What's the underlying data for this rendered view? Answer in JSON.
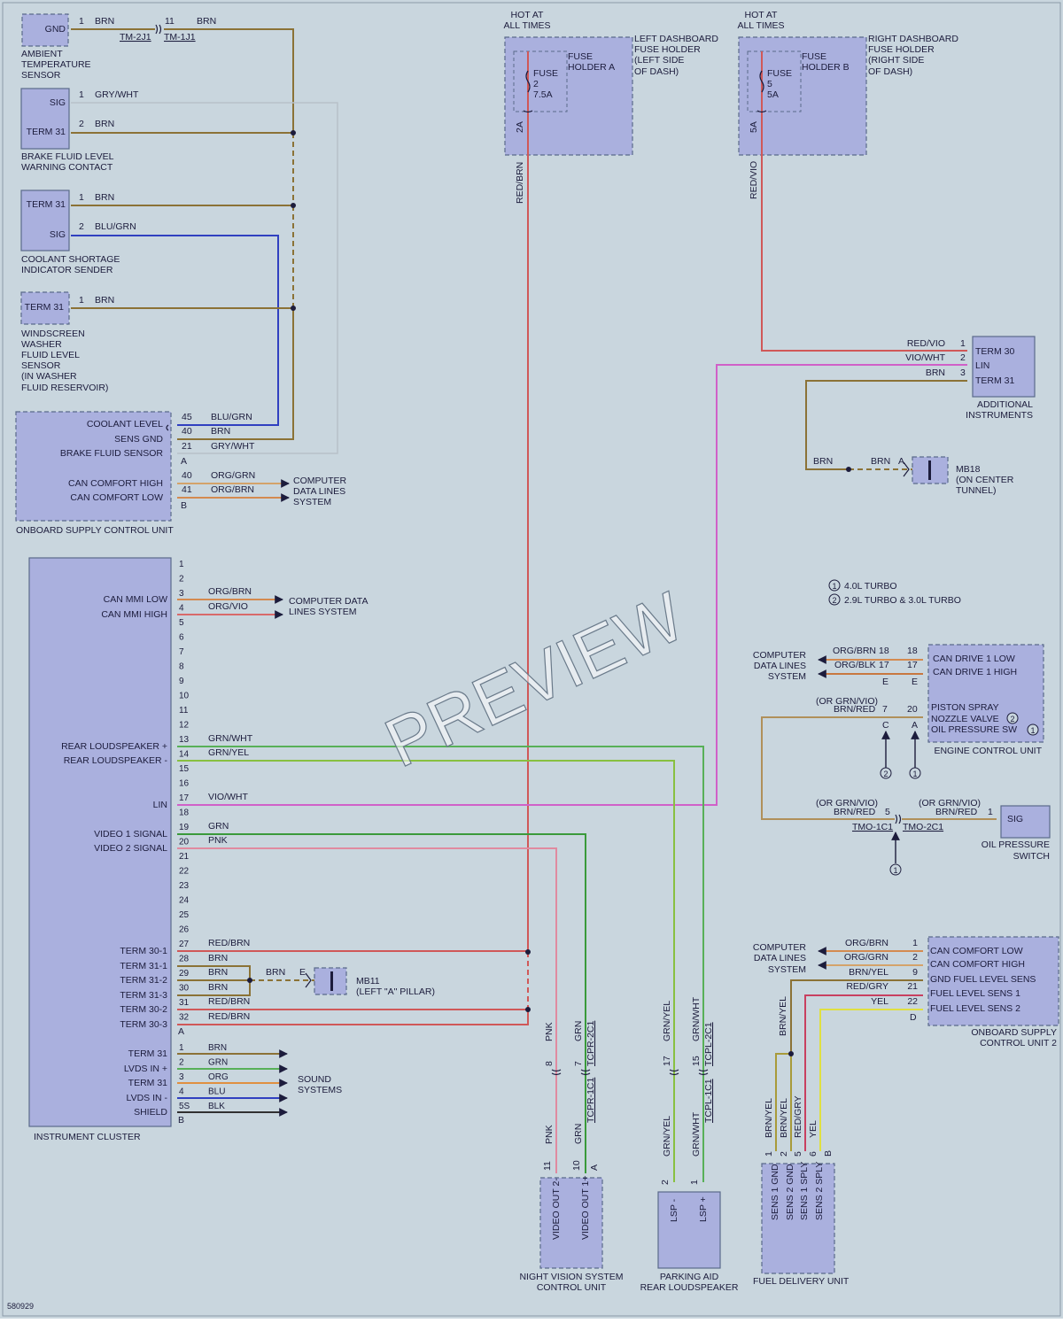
{
  "diagram_id": "580929",
  "watermark": "PREVIEW",
  "legend": {
    "n1": "1",
    "n2": "2",
    "l1": "4.0L TURBO",
    "l2": "2.9L TURBO & 3.0L TURBO"
  },
  "amb": {
    "gnd": "GND",
    "p1": "1",
    "c1": "BRN",
    "conn_a": "TM-2J1",
    "p11": "11",
    "c2": "BRN",
    "conn_b": "TM-1J1",
    "l1": "AMBIENT",
    "l2": "TEMPERATURE",
    "l3": "SENSOR"
  },
  "brake": {
    "sig": "SIG",
    "term": "TERM 31",
    "p1": "1",
    "c1": "GRY/WHT",
    "p2": "2",
    "c2": "BRN",
    "l1": "BRAKE FLUID LEVEL",
    "l2": "WARNING CONTACT"
  },
  "coolant": {
    "term": "TERM 31",
    "sig": "SIG",
    "p1": "1",
    "c1": "BRN",
    "p2": "2",
    "c2": "BLU/GRN",
    "l1": "COOLANT SHORTAGE",
    "l2": "INDICATOR SENDER"
  },
  "washer": {
    "term": "TERM 31",
    "p1": "1",
    "c1": "BRN",
    "l1": "WINDSCREEN",
    "l2": "WASHER",
    "l3": "FLUID LEVEL",
    "l4": "SENSOR",
    "l5": "(IN WASHER",
    "l6": "FLUID RESERVOIR)"
  },
  "oscu": {
    "label": "ONBOARD SUPPLY CONTROL UNIT",
    "f1": "COOLANT LEVEL",
    "f2": "SENS GND",
    "f3": "BRAKE FLUID SENSOR",
    "f4": "CAN COMFORT HIGH",
    "f5": "CAN COMFORT LOW",
    "p1": "45",
    "p2": "40",
    "p3": "21",
    "p4": "40",
    "p5": "41",
    "ca": "A",
    "cb": "B",
    "w1": "BLU/GRN",
    "w2": "BRN",
    "w3": "GRY/WHT",
    "w4": "ORG/GRN",
    "w5": "ORG/BRN",
    "cdl1": "COMPUTER",
    "cdl2": "DATA LINES",
    "cdl3": "SYSTEM"
  },
  "fuse_a": {
    "hot1": "HOT AT",
    "hot2": "ALL TIMES",
    "h1": "LEFT DASHBOARD",
    "h2": "FUSE HOLDER",
    "h3": "(LEFT SIDE",
    "h4": "OF DASH)",
    "fh1": "FUSE",
    "fh2": "HOLDER A",
    "fuse": "FUSE",
    "num": "2",
    "amp": "7.5A",
    "pin": "2A",
    "wire": "RED/BRN"
  },
  "fuse_b": {
    "hot1": "HOT AT",
    "hot2": "ALL TIMES",
    "h1": "RIGHT DASHBOARD",
    "h2": "FUSE HOLDER",
    "h3": "(RIGHT SIDE",
    "h4": "OF DASH)",
    "fh1": "FUSE",
    "fh2": "HOLDER B",
    "fuse": "FUSE",
    "num": "5",
    "amp": "5A",
    "pin": "5A",
    "wire": "RED/VIO"
  },
  "addl": {
    "t30": "TERM 30",
    "lin": "LIN",
    "t31": "TERM 31",
    "p1": "1",
    "p2": "2",
    "p3": "3",
    "w1": "RED/VIO",
    "w2": "VIO/WHT",
    "w3": "BRN",
    "l1": "ADDITIONAL",
    "l2": "INSTRUMENTS"
  },
  "mb18": {
    "brn1": "BRN",
    "brn2": "BRN",
    "pin": "A",
    "label": "MB18",
    "l2": "(ON CENTER",
    "l3": "TUNNEL)"
  },
  "ic": {
    "label": "INSTRUMENT CLUSTER",
    "can_low": "CAN MMI LOW",
    "can_high": "CAN MMI HIGH",
    "w3": "ORG/BRN",
    "w4": "ORG/VIO",
    "cdl1": "COMPUTER DATA",
    "cdl2": "LINES SYSTEM",
    "rlsp": "REAR LOUDSPEAKER +",
    "rlsm": "REAR LOUDSPEAKER -",
    "w13": "GRN/WHT",
    "w14": "GRN/YEL",
    "lin": "LIN",
    "w17": "VIO/WHT",
    "v1": "VIDEO 1 SIGNAL",
    "v2": "VIDEO 2 SIGNAL",
    "w19": "GRN",
    "w20": "PNK",
    "t301": "TERM 30-1",
    "t311": "TERM 31-1",
    "t312": "TERM 31-2",
    "t313": "TERM 31-3",
    "t302": "TERM 30-2",
    "t303": "TERM 30-3",
    "w27": "RED/BRN",
    "w28": "BRN",
    "w29": "BRN",
    "w30": "BRN",
    "w31": "RED/BRN",
    "w32": "RED/BRN",
    "conn_a": "A",
    "conn_b": "B",
    "pins": [
      "1",
      "2",
      "3",
      "4",
      "5",
      "6",
      "7",
      "8",
      "9",
      "10",
      "11",
      "12",
      "13",
      "14",
      "15",
      "16",
      "17",
      "18",
      "19",
      "20",
      "21",
      "22",
      "23",
      "24",
      "25",
      "26",
      "27",
      "28",
      "29",
      "30",
      "31",
      "32"
    ],
    "b_t31": "TERM 31",
    "b_lvdsp": "LVDS IN +",
    "b_t31b": "TERM 31",
    "b_lvdsm": "LVDS IN -",
    "b_shield": "SHIELD",
    "bp": [
      "1",
      "2",
      "3",
      "4",
      "5S"
    ],
    "bw": [
      "BRN",
      "GRN",
      "ORG",
      "BLU",
      "BLK"
    ],
    "snd1": "SOUND",
    "snd2": "SYSTEMS"
  },
  "mb11": {
    "brn": "BRN",
    "pin": "E",
    "label": "MB11",
    "l2": "(LEFT \"A\" PILLAR)"
  },
  "ecu": {
    "label": "ENGINE CONTROL UNIT",
    "cdl1": "COMPUTER",
    "cdl2": "DATA LINES",
    "cdl3": "SYSTEM",
    "w1": "ORG/BRN",
    "w2": "ORG/BLK",
    "p18a": "18",
    "p17a": "17",
    "p18b": "18",
    "p17b": "17",
    "pe1": "E",
    "pe2": "E",
    "f1": "CAN DRIVE 1 LOW",
    "f2": "CAN DRIVE 1 HIGH",
    "f3": "PISTON SPRAY",
    "f4": "NOZZLE VALVE",
    "f5": "OIL PRESSURE SW",
    "alt": "(OR GRN/VIO)",
    "w3": "BRN/RED",
    "p7": "7",
    "p20": "20",
    "pc": "C",
    "pa": "A",
    "n1": "1",
    "n2": "2"
  },
  "ops": {
    "alt1": "(OR GRN/VIO)",
    "w1": "BRN/RED",
    "p5": "5",
    "alt2": "(OR GRN/VIO)",
    "w2": "BRN/RED",
    "p1": "1",
    "sig": "SIG",
    "conn_a": "TMO-1C1",
    "conn_b": "TMO-2C1",
    "l1": "OIL PRESSURE",
    "l2": "SWITCH",
    "n1": "1"
  },
  "osc2": {
    "cdl1": "COMPUTER",
    "cdl2": "DATA LINES",
    "cdl3": "SYSTEM",
    "w1": "ORG/BRN",
    "w2": "ORG/GRN",
    "w3": "BRN/YEL",
    "w4": "RED/GRY",
    "w5": "YEL",
    "p1": "1",
    "p2": "2",
    "p3": "9",
    "p4": "21",
    "p5": "22",
    "pd": "D",
    "f1": "CAN COMFORT LOW",
    "f2": "CAN COMFORT HIGH",
    "f3": "GND FUEL LEVEL SENS",
    "f4": "FUEL LEVEL SENS 1",
    "f5": "FUEL LEVEL SENS 2",
    "l1": "ONBOARD SUPPLY",
    "l2": "CONTROL UNIT 2",
    "vw": "BRN/YEL"
  },
  "nv": {
    "label1": "NIGHT VISION SYSTEM",
    "label2": "CONTROL UNIT",
    "w_pnk": "PNK",
    "w_grn": "GRN",
    "p8": "8",
    "p7": "7",
    "conn_top": "TCPR-2C1",
    "conn_bot": "TCPR-1C1",
    "w_pnk2": "PNK",
    "w_grn2": "GRN",
    "p11": "11",
    "p10": "10",
    "pa": "A",
    "vo2": "VIDEO OUT 2-",
    "vo1": "VIDEO OUT 1+"
  },
  "lsp": {
    "label1": "PARKING AID",
    "label2": "REAR LOUDSPEAKER",
    "w1": "GRN/YEL",
    "w2": "GRN/WHT",
    "p17": "17",
    "p15": "15",
    "conn_top": "TCPL-2C1",
    "conn_bot": "TCPL-1C1",
    "w1b": "GRN/YEL",
    "w2b": "GRN/WHT",
    "p2": "2",
    "p1": "1",
    "lm": "LSP -",
    "lp": "LSP +"
  },
  "fdu": {
    "label": "FUEL DELIVERY UNIT",
    "w": [
      "BRN/YEL",
      "BRN/YEL",
      "RED/GRY",
      "YEL"
    ],
    "p": [
      "1",
      "2",
      "5",
      "6"
    ],
    "pb": "B",
    "f": [
      "SENS 1 GND",
      "SENS 2 GND",
      "SENS 1 SPLY",
      "SENS 2 SPLY"
    ]
  }
}
